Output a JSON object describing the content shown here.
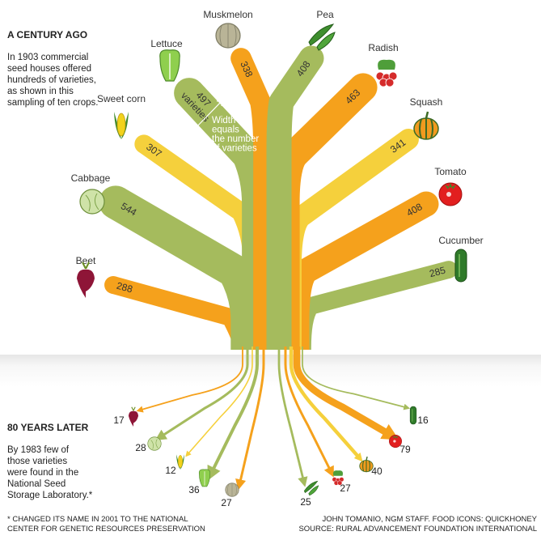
{
  "intro": {
    "title": "A CENTURY AGO",
    "text": "In 1903 commercial\nseed houses offered\nhundreds of varieties,\nas shown in this\nsampling of ten crops."
  },
  "later": {
    "title": "80 YEARS LATER",
    "text": "By 1983 few of\nthose varieties\nwere found in the\nNational Seed\nStorage Laboratory.*"
  },
  "annotation": {
    "varieties_word": "varieties",
    "width_note": [
      "Width",
      "equals",
      "the number",
      "of varieties"
    ]
  },
  "footnote": "* CHANGED ITS NAME IN 2001 TO THE NATIONAL\nCENTER FOR GENETIC RESOURCES PRESERVATION",
  "credit": "JOHN TOMANIO, NGM STAFF. FOOD ICONS: QUICKHONEY\nSOURCE: RURAL ADVANCEMENT FOUNDATION INTERNATIONAL",
  "colors": {
    "orange": "#f5a11c",
    "green": "#a5bb5d",
    "yellow": "#f5d03c"
  },
  "chart_data": {
    "type": "diagram",
    "title": "Seed varieties: 1903 vs 1983",
    "units": "number of varieties",
    "crops": [
      {
        "name": "Beet",
        "v1903": 288,
        "v1983": 17,
        "color": "#f5a11c",
        "icon": "beet-icon"
      },
      {
        "name": "Cabbage",
        "v1903": 544,
        "v1983": 28,
        "color": "#a5bb5d",
        "icon": "cabbage-icon"
      },
      {
        "name": "Sweet corn",
        "v1903": 307,
        "v1983": 12,
        "color": "#f5d03c",
        "icon": "corn-icon"
      },
      {
        "name": "Lettuce",
        "v1903": 497,
        "v1983": 36,
        "color": "#a5bb5d",
        "icon": "lettuce-icon"
      },
      {
        "name": "Muskmelon",
        "v1903": 338,
        "v1983": 27,
        "color": "#f5a11c",
        "icon": "muskmelon-icon"
      },
      {
        "name": "Pea",
        "v1903": 408,
        "v1983": 25,
        "color": "#a5bb5d",
        "icon": "pea-icon"
      },
      {
        "name": "Radish",
        "v1903": 463,
        "v1983": 27,
        "color": "#f5a11c",
        "icon": "radish-icon"
      },
      {
        "name": "Squash",
        "v1903": 341,
        "v1983": 40,
        "color": "#f5d03c",
        "icon": "squash-icon"
      },
      {
        "name": "Tomato",
        "v1903": 408,
        "v1983": 79,
        "color": "#f5a11c",
        "icon": "tomato-icon"
      },
      {
        "name": "Cucumber",
        "v1903": 285,
        "v1983": 16,
        "color": "#a5bb5d",
        "icon": "cucumber-icon"
      }
    ]
  }
}
